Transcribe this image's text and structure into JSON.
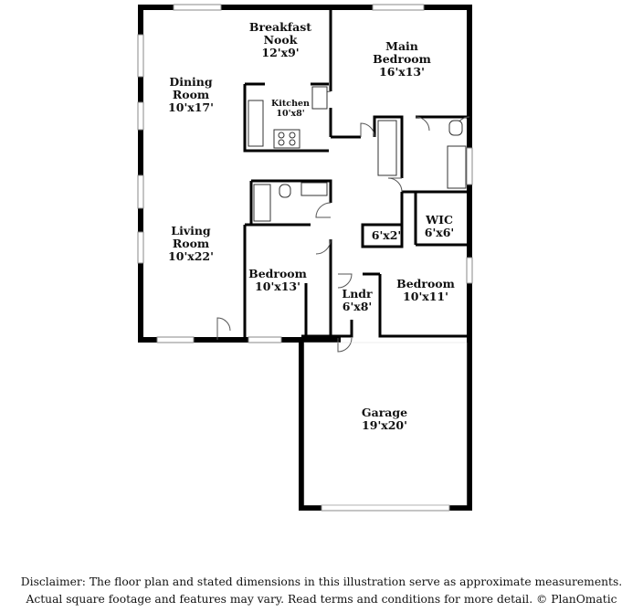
{
  "rooms": [
    {
      "key": "breakfast",
      "name": "Breakfast\nNook",
      "dims": "12'x9'"
    },
    {
      "key": "main_bed",
      "name": "Main\nBedroom",
      "dims": "16'x13'"
    },
    {
      "key": "dining",
      "name": "Dining\nRoom",
      "dims": "10'x17'"
    },
    {
      "key": "kitchen",
      "name": "Kitchen",
      "dims": "10'x8'"
    },
    {
      "key": "living",
      "name": "Living\nRoom",
      "dims": "10'x22'"
    },
    {
      "key": "wic",
      "name": "WIC",
      "dims": "6'x6'"
    },
    {
      "key": "closet",
      "name": "",
      "dims": "6'x2'"
    },
    {
      "key": "bed2",
      "name": "Bedroom",
      "dims": "10'x13'"
    },
    {
      "key": "bed3",
      "name": "Bedroom",
      "dims": "10'x11'"
    },
    {
      "key": "lndr",
      "name": "Lndr",
      "dims": "6'x8'"
    },
    {
      "key": "garage",
      "name": "Garage",
      "dims": "19'x20'"
    }
  ],
  "disclaimer": {
    "line1": "Disclaimer: The floor plan and stated dimensions in this illustration serve as approximate measurements.",
    "line2": "Actual square footage and features may vary. Read terms and conditions for more detail. © PlanOmatic"
  }
}
